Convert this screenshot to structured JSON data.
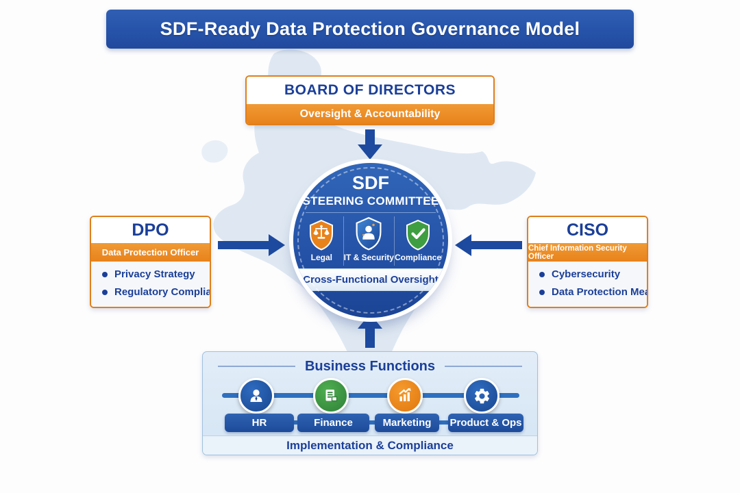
{
  "title": "SDF-Ready Data Protection Governance Model",
  "board": {
    "title": "BOARD OF DIRECTORS",
    "subtitle": "Oversight & Accountability"
  },
  "committee": {
    "title_line1": "SDF",
    "title_line2": "STEERING COMMITTEE",
    "functions": [
      {
        "label": "Legal",
        "icon": "scales-shield-icon",
        "color": "#E8821B"
      },
      {
        "label": "IT & Security",
        "icon": "person-shield-icon",
        "color": "#2D6FC0"
      },
      {
        "label": "Compliance",
        "icon": "check-shield-icon",
        "color": "#3E9E41"
      }
    ],
    "banner": "Cross-Functional Oversight"
  },
  "dpo": {
    "title": "DPO",
    "subtitle": "Data Protection Officer",
    "bullets": [
      "Privacy Strategy",
      "Regulatory Compliance"
    ]
  },
  "ciso": {
    "title": "CISO",
    "subtitle": "Chief Information Security Officer",
    "bullets": [
      "Cybersecurity",
      "Data Protection Measures"
    ]
  },
  "business_functions": {
    "title": "Business Functions",
    "items": [
      {
        "label": "HR",
        "icon": "person-icon",
        "color": "#1D4F9E"
      },
      {
        "label": "Finance",
        "icon": "document-icon",
        "color": "#3E9E41"
      },
      {
        "label": "Marketing",
        "icon": "bar-chart-icon",
        "color": "#EE8A21"
      },
      {
        "label": "Product & Ops",
        "icon": "gear-icon",
        "color": "#1D4F9E"
      }
    ],
    "footer": "Implementation & Compliance"
  },
  "colors": {
    "banner_blue": "#2653A9",
    "dark_blue_text": "#1B3F98",
    "orange": "#E8821B",
    "green": "#3E9E41",
    "icon_blue": "#1D4F9E",
    "arrow_blue": "#1D4A9F",
    "panel_light_blue": "#D9E7F5",
    "map_silhouette": "#DFE8F2"
  }
}
